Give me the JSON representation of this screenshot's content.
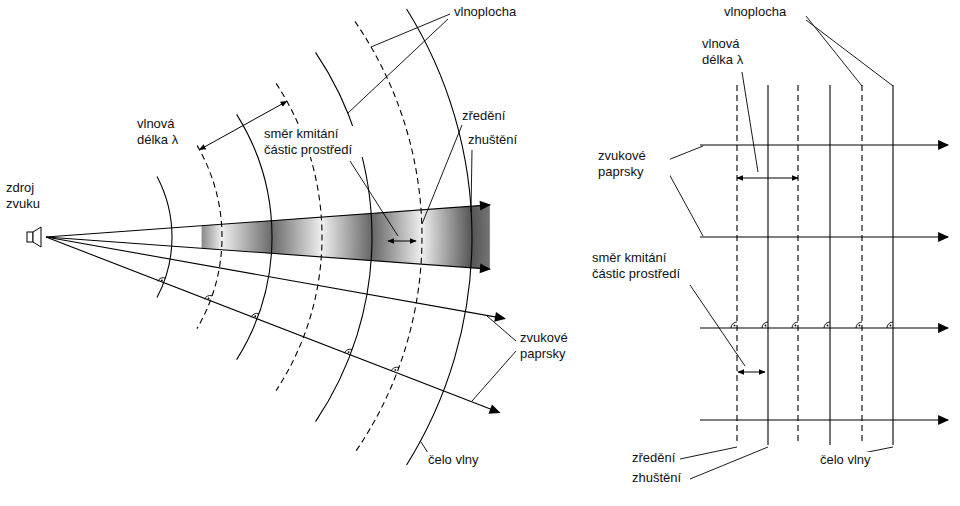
{
  "diagram": {
    "labels": [
      "zdroj zvuku",
      "vlnová délka λ",
      "směr kmitání částic prostředí",
      "vlnoplocha",
      "zředění",
      "zhuštění",
      "zvukové paprsky",
      "čelo vlny",
      "vlnoplocha",
      "vlnová délka λ",
      "zvukové paprsky",
      "směr kmitání částic prostředí",
      "zředění",
      "zhuštění",
      "čelo vlny"
    ]
  }
}
